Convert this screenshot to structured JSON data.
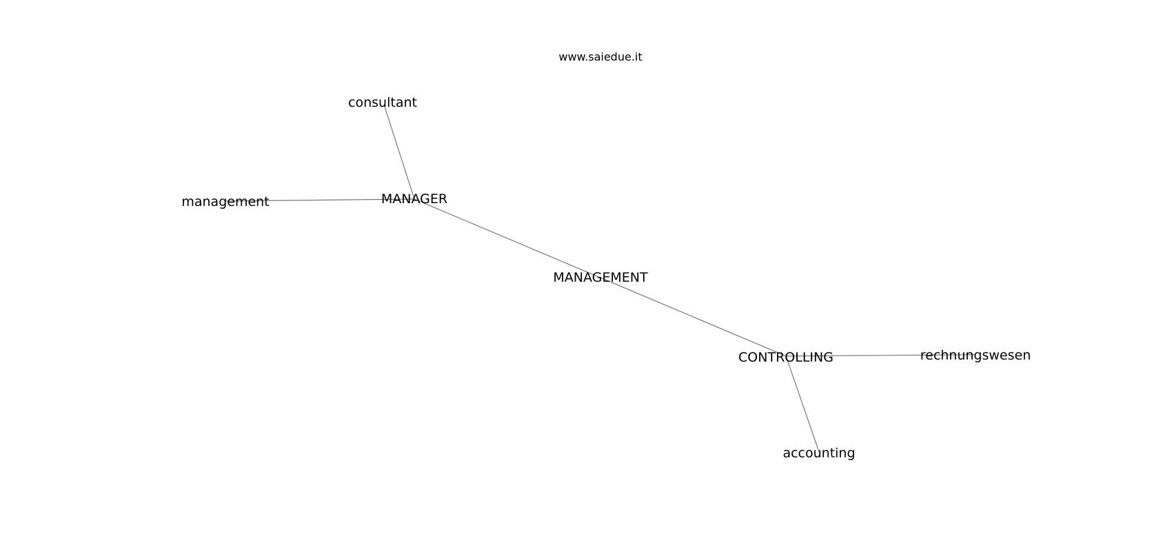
{
  "watermark": "www.saiedue.it",
  "graph": {
    "nodes": [
      {
        "id": "management_center",
        "label": "MANAGEMENT"
      },
      {
        "id": "manager",
        "label": "MANAGER"
      },
      {
        "id": "controlling",
        "label": "CONTROLLING"
      },
      {
        "id": "consultant",
        "label": "consultant"
      },
      {
        "id": "management",
        "label": "management"
      },
      {
        "id": "rechnungswesen",
        "label": "rechnungswesen"
      },
      {
        "id": "accounting",
        "label": "accounting"
      }
    ],
    "edges": [
      {
        "source": "manager",
        "target": "controlling"
      },
      {
        "source": "manager",
        "target": "consultant"
      },
      {
        "source": "manager",
        "target": "management"
      },
      {
        "source": "controlling",
        "target": "rechnungswesen"
      },
      {
        "source": "controlling",
        "target": "accounting"
      }
    ]
  }
}
